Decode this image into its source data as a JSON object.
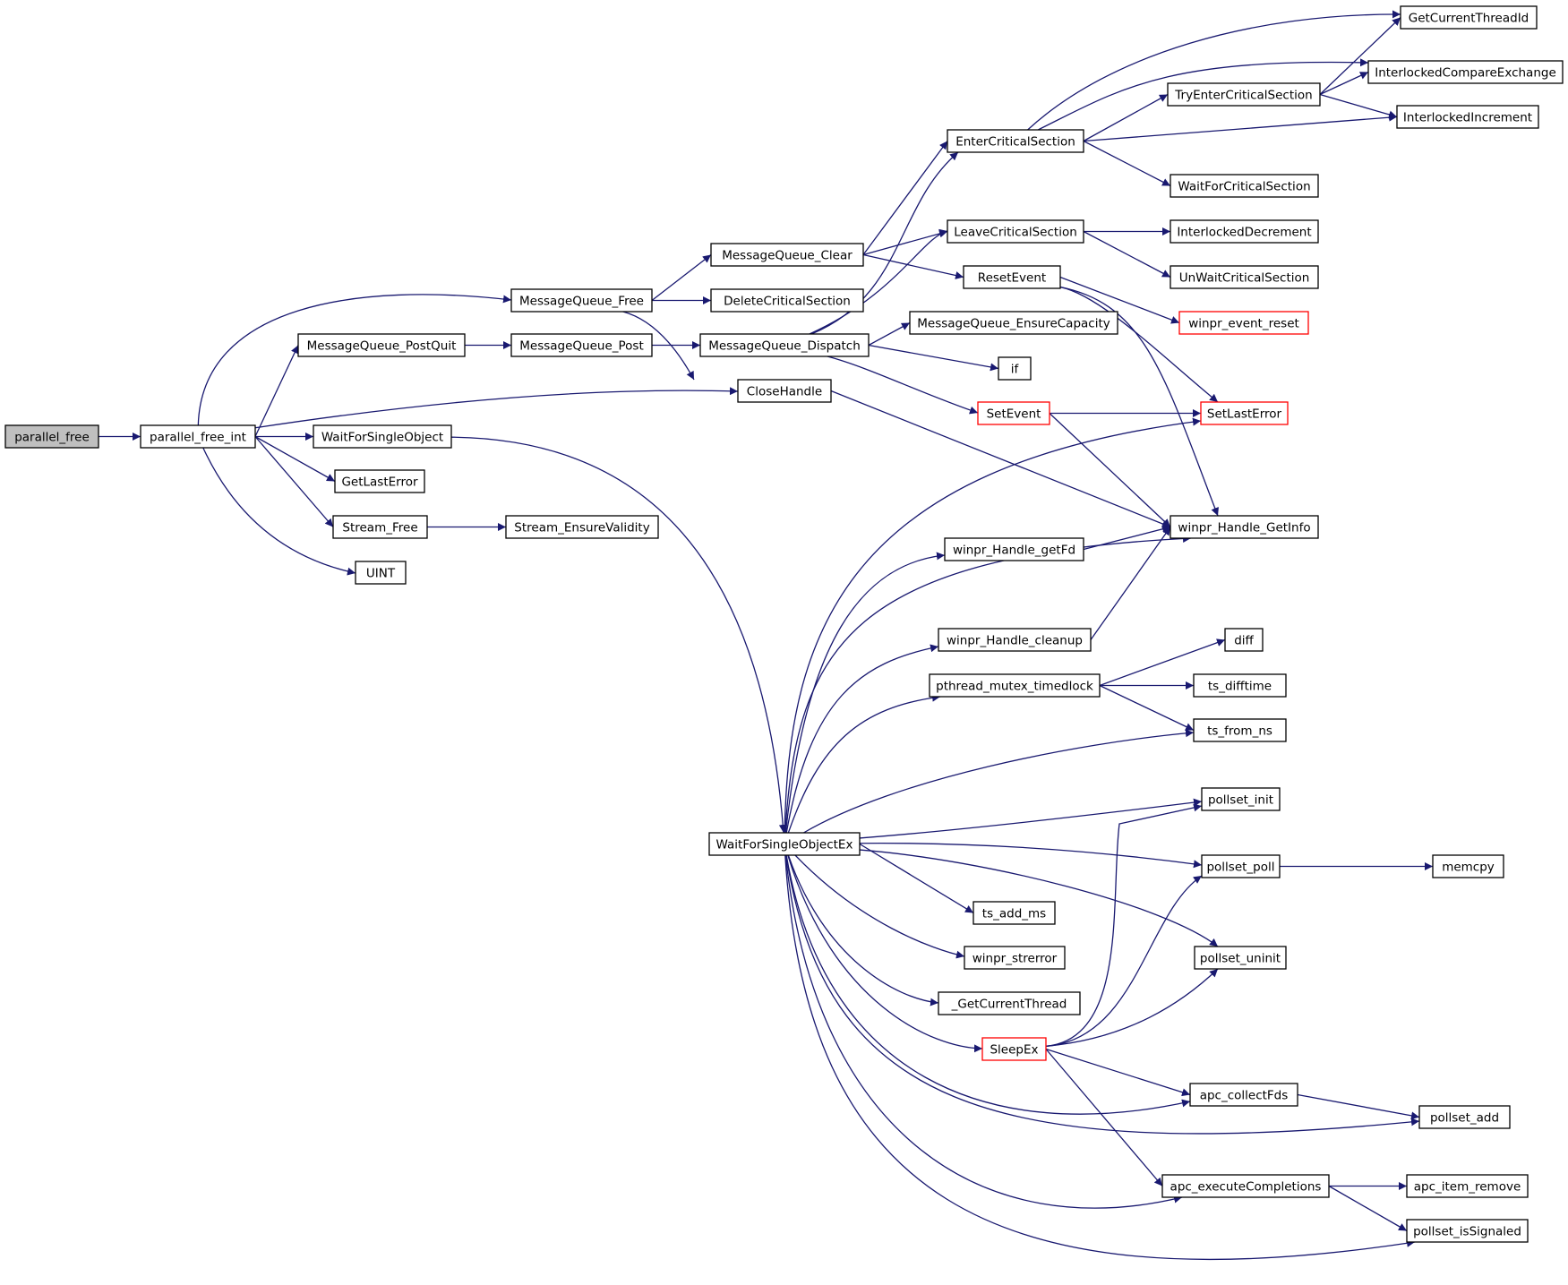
{
  "diagram": {
    "type": "call-graph",
    "edge_color": "#191970",
    "highlight_border_color": "#ff0000",
    "root_fill": "#bfbfbf",
    "nodes": [
      {
        "id": "parallel_free",
        "label": "parallel_free",
        "style": "root"
      },
      {
        "id": "parallel_free_int",
        "label": "parallel_free_int"
      },
      {
        "id": "MessageQueue_Free",
        "label": "MessageQueue_Free"
      },
      {
        "id": "MessageQueue_PostQuit",
        "label": "MessageQueue_PostQuit"
      },
      {
        "id": "WaitForSingleObject",
        "label": "WaitForSingleObject"
      },
      {
        "id": "GetLastError",
        "label": "GetLastError"
      },
      {
        "id": "Stream_Free",
        "label": "Stream_Free"
      },
      {
        "id": "UINT",
        "label": "UINT"
      },
      {
        "id": "MessageQueue_Clear",
        "label": "MessageQueue_Clear"
      },
      {
        "id": "DeleteCriticalSection",
        "label": "DeleteCriticalSection"
      },
      {
        "id": "MessageQueue_Post",
        "label": "MessageQueue_Post"
      },
      {
        "id": "MessageQueue_Dispatch",
        "label": "MessageQueue_Dispatch"
      },
      {
        "id": "CloseHandle",
        "label": "CloseHandle"
      },
      {
        "id": "Stream_EnsureValidity",
        "label": "Stream_EnsureValidity"
      },
      {
        "id": "EnterCriticalSection",
        "label": "EnterCriticalSection"
      },
      {
        "id": "LeaveCriticalSection",
        "label": "LeaveCriticalSection"
      },
      {
        "id": "ResetEvent",
        "label": "ResetEvent"
      },
      {
        "id": "MessageQueue_EnsureCapacity",
        "label": "MessageQueue_EnsureCapacity"
      },
      {
        "id": "if",
        "label": "if"
      },
      {
        "id": "SetEvent",
        "label": "SetEvent",
        "style": "red"
      },
      {
        "id": "GetCurrentThreadId",
        "label": "GetCurrentThreadId"
      },
      {
        "id": "InterlockedCompareExchange",
        "label": "InterlockedCompareExchange"
      },
      {
        "id": "TryEnterCriticalSection",
        "label": "TryEnterCriticalSection"
      },
      {
        "id": "InterlockedIncrement",
        "label": "InterlockedIncrement"
      },
      {
        "id": "WaitForCriticalSection",
        "label": "WaitForCriticalSection"
      },
      {
        "id": "InterlockedDecrement",
        "label": "InterlockedDecrement"
      },
      {
        "id": "UnWaitCriticalSection",
        "label": "UnWaitCriticalSection"
      },
      {
        "id": "winpr_event_reset",
        "label": "winpr_event_reset",
        "style": "red"
      },
      {
        "id": "SetLastError",
        "label": "SetLastError",
        "style": "red"
      },
      {
        "id": "winpr_Handle_GetInfo",
        "label": "winpr_Handle_GetInfo"
      },
      {
        "id": "WaitForSingleObjectEx",
        "label": "WaitForSingleObjectEx"
      },
      {
        "id": "winpr_Handle_getFd",
        "label": "winpr_Handle_getFd"
      },
      {
        "id": "winpr_Handle_cleanup",
        "label": "winpr_Handle_cleanup"
      },
      {
        "id": "pthread_mutex_timedlock",
        "label": "pthread_mutex_timedlock"
      },
      {
        "id": "diff",
        "label": "diff"
      },
      {
        "id": "ts_difftime",
        "label": "ts_difftime"
      },
      {
        "id": "ts_from_ns",
        "label": "ts_from_ns"
      },
      {
        "id": "pollset_init",
        "label": "pollset_init"
      },
      {
        "id": "pollset_poll",
        "label": "pollset_poll"
      },
      {
        "id": "memcpy",
        "label": "memcpy"
      },
      {
        "id": "ts_add_ms",
        "label": "ts_add_ms"
      },
      {
        "id": "winpr_strerror",
        "label": "winpr_strerror"
      },
      {
        "id": "pollset_uninit",
        "label": "pollset_uninit"
      },
      {
        "id": "_GetCurrentThread",
        "label": "_GetCurrentThread"
      },
      {
        "id": "SleepEx",
        "label": "SleepEx",
        "style": "red"
      },
      {
        "id": "apc_collectFds",
        "label": "apc_collectFds"
      },
      {
        "id": "pollset_add",
        "label": "pollset_add"
      },
      {
        "id": "apc_executeCompletions",
        "label": "apc_executeCompletions"
      },
      {
        "id": "apc_item_remove",
        "label": "apc_item_remove"
      },
      {
        "id": "pollset_isSignaled",
        "label": "pollset_isSignaled"
      }
    ],
    "edges": [
      [
        "parallel_free",
        "parallel_free_int"
      ],
      [
        "parallel_free_int",
        "MessageQueue_Free"
      ],
      [
        "parallel_free_int",
        "MessageQueue_PostQuit"
      ],
      [
        "parallel_free_int",
        "CloseHandle"
      ],
      [
        "parallel_free_int",
        "WaitForSingleObject"
      ],
      [
        "parallel_free_int",
        "GetLastError"
      ],
      [
        "parallel_free_int",
        "Stream_Free"
      ],
      [
        "parallel_free_int",
        "UINT"
      ],
      [
        "MessageQueue_Free",
        "MessageQueue_Clear"
      ],
      [
        "MessageQueue_Free",
        "DeleteCriticalSection"
      ],
      [
        "MessageQueue_Free",
        "CloseHandle"
      ],
      [
        "MessageQueue_PostQuit",
        "MessageQueue_Post"
      ],
      [
        "MessageQueue_Post",
        "MessageQueue_Dispatch"
      ],
      [
        "MessageQueue_Clear",
        "EnterCriticalSection"
      ],
      [
        "MessageQueue_Clear",
        "LeaveCriticalSection"
      ],
      [
        "MessageQueue_Clear",
        "ResetEvent"
      ],
      [
        "MessageQueue_Dispatch",
        "EnterCriticalSection"
      ],
      [
        "MessageQueue_Dispatch",
        "LeaveCriticalSection"
      ],
      [
        "MessageQueue_Dispatch",
        "MessageQueue_EnsureCapacity"
      ],
      [
        "MessageQueue_Dispatch",
        "if"
      ],
      [
        "MessageQueue_Dispatch",
        "SetEvent"
      ],
      [
        "EnterCriticalSection",
        "GetCurrentThreadId"
      ],
      [
        "EnterCriticalSection",
        "InterlockedCompareExchange"
      ],
      [
        "EnterCriticalSection",
        "TryEnterCriticalSection"
      ],
      [
        "EnterCriticalSection",
        "InterlockedIncrement"
      ],
      [
        "EnterCriticalSection",
        "WaitForCriticalSection"
      ],
      [
        "TryEnterCriticalSection",
        "GetCurrentThreadId"
      ],
      [
        "TryEnterCriticalSection",
        "InterlockedCompareExchange"
      ],
      [
        "TryEnterCriticalSection",
        "InterlockedIncrement"
      ],
      [
        "LeaveCriticalSection",
        "InterlockedDecrement"
      ],
      [
        "LeaveCriticalSection",
        "UnWaitCriticalSection"
      ],
      [
        "ResetEvent",
        "winpr_event_reset"
      ],
      [
        "ResetEvent",
        "SetLastError"
      ],
      [
        "ResetEvent",
        "winpr_Handle_GetInfo"
      ],
      [
        "SetEvent",
        "SetLastError"
      ],
      [
        "SetEvent",
        "winpr_Handle_GetInfo"
      ],
      [
        "CloseHandle",
        "winpr_Handle_GetInfo"
      ],
      [
        "Stream_Free",
        "Stream_EnsureValidity"
      ],
      [
        "WaitForSingleObject",
        "WaitForSingleObjectEx"
      ],
      [
        "WaitForSingleObjectEx",
        "SetLastError"
      ],
      [
        "WaitForSingleObjectEx",
        "winpr_Handle_GetInfo"
      ],
      [
        "WaitForSingleObjectEx",
        "winpr_Handle_getFd"
      ],
      [
        "WaitForSingleObjectEx",
        "winpr_Handle_cleanup"
      ],
      [
        "WaitForSingleObjectEx",
        "pthread_mutex_timedlock"
      ],
      [
        "WaitForSingleObjectEx",
        "ts_from_ns"
      ],
      [
        "WaitForSingleObjectEx",
        "pollset_init"
      ],
      [
        "WaitForSingleObjectEx",
        "pollset_poll"
      ],
      [
        "WaitForSingleObjectEx",
        "pollset_uninit"
      ],
      [
        "WaitForSingleObjectEx",
        "ts_add_ms"
      ],
      [
        "WaitForSingleObjectEx",
        "winpr_strerror"
      ],
      [
        "WaitForSingleObjectEx",
        "_GetCurrentThread"
      ],
      [
        "WaitForSingleObjectEx",
        "SleepEx"
      ],
      [
        "WaitForSingleObjectEx",
        "apc_collectFds"
      ],
      [
        "WaitForSingleObjectEx",
        "pollset_add"
      ],
      [
        "WaitForSingleObjectEx",
        "apc_executeCompletions"
      ],
      [
        "WaitForSingleObjectEx",
        "pollset_isSignaled"
      ],
      [
        "winpr_Handle_getFd",
        "winpr_Handle_GetInfo"
      ],
      [
        "winpr_Handle_cleanup",
        "winpr_Handle_GetInfo"
      ],
      [
        "pthread_mutex_timedlock",
        "diff"
      ],
      [
        "pthread_mutex_timedlock",
        "ts_difftime"
      ],
      [
        "pthread_mutex_timedlock",
        "ts_from_ns"
      ],
      [
        "pollset_poll",
        "memcpy"
      ],
      [
        "SleepEx",
        "pollset_init"
      ],
      [
        "SleepEx",
        "pollset_poll"
      ],
      [
        "SleepEx",
        "pollset_uninit"
      ],
      [
        "SleepEx",
        "apc_collectFds"
      ],
      [
        "SleepEx",
        "apc_executeCompletions"
      ],
      [
        "apc_collectFds",
        "pollset_add"
      ],
      [
        "apc_executeCompletions",
        "apc_item_remove"
      ],
      [
        "apc_executeCompletions",
        "pollset_isSignaled"
      ]
    ]
  }
}
